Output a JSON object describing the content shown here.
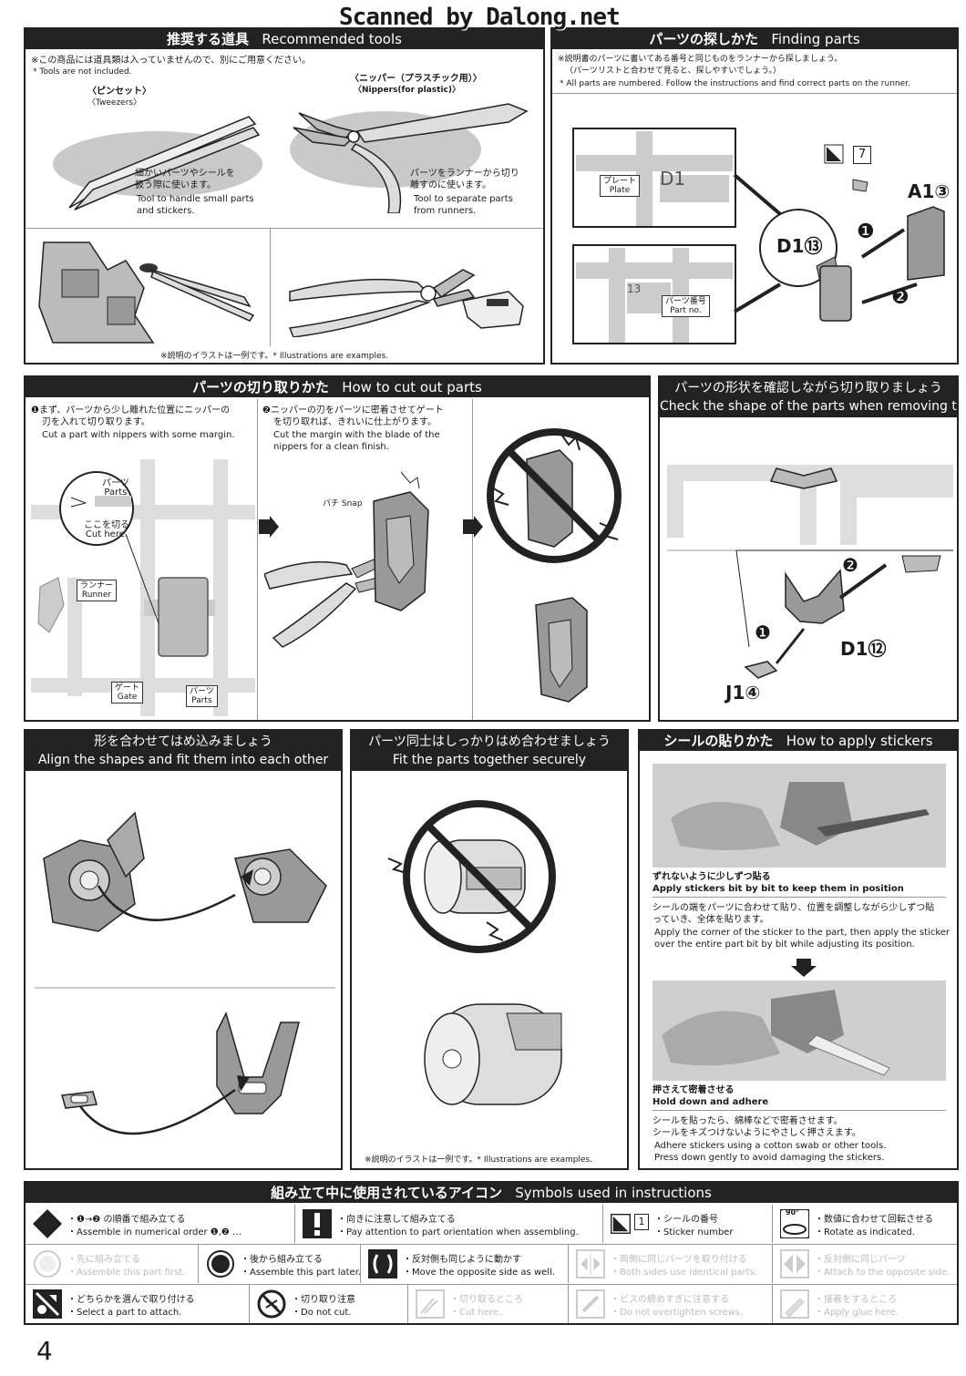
{
  "header": {
    "watermark": "Scanned by Dalong.net"
  },
  "tools_panel": {
    "title_jp": "推奨する道具",
    "title_en": "Recommended tools",
    "note_jp": "※この商品には道具類は入っていませんので、別にご用意ください。",
    "note_en": "* Tools are not included.",
    "tweezers": {
      "name_jp": "〈ピンセット〉",
      "name_en": "〈Tweezers〉",
      "desc_jp1": "細かいパーツやシールを",
      "desc_jp2": "扱う際に使います。",
      "desc_en1": "Tool to handle small parts",
      "desc_en2": "and stickers."
    },
    "nippers": {
      "name_jp": "〈ニッパー（プラスチック用）〉",
      "name_en": "〈Nippers(for plastic)〉",
      "desc_jp1": "パーツをランナーから切り",
      "desc_jp2": "離すのに使います。",
      "desc_en1": "Tool to separate parts",
      "desc_en2": "from runners."
    },
    "footnote": "※説明のイラストは一例です。* Illustrations are examples."
  },
  "finding_panel": {
    "title_jp": "パーツの探しかた",
    "title_en": "Finding parts",
    "note_jp1": "※説明書のパーツに書いてある番号と同じものをランナーから探しましょう。",
    "note_jp2": "（パーツリストと合わせて見ると、探しやすいでしょう。）",
    "note_en": "* All parts are numbered. Follow the instructions and find correct parts on the runner.",
    "plate_jp": "プレート",
    "plate_en": "Plate",
    "plate_num": "D1",
    "partno_jp": "パーツ番号",
    "partno_en": "Part no.",
    "partno_num": "13",
    "callout": "D1⑬",
    "sticker_num": "7",
    "part_label": "A1③",
    "step1": "❶",
    "step2": "❷"
  },
  "cut_panel": {
    "title_jp": "パーツの切り取りかた",
    "title_en": "How to cut out parts",
    "step1_jp1": "❶まず、パーツから少し離れた位置にニッパーの",
    "step1_jp2": "刃を入れて切り取ります。",
    "step1_en": "Cut a part with nippers with some margin.",
    "step2_jp1": "❷ニッパーの刃をパーツに密着させてゲート",
    "step2_jp2": "を切り取れば、きれいに仕上がります。",
    "step2_en1": "Cut the margin with the blade of the",
    "step2_en2": "nippers for a clean finish.",
    "parts_jp": "パーツ",
    "parts_en": "Parts",
    "cut_here_jp": "ここを切る",
    "cut_here_en": "Cut here.",
    "runner_jp": "ランナー",
    "runner_en": "Runner",
    "gate_jp": "ゲート",
    "gate_en": "Gate",
    "parts2_jp": "パーツ",
    "parts2_en": "Parts",
    "snap_jp": "パチ",
    "snap_en": "Snap"
  },
  "shape_panel": {
    "title_jp": "パーツの形状を確認しながら切り取りましょう",
    "title_en": "Check the shape of the parts when removing them",
    "label_d": "D1⑫",
    "label_j": "J1④",
    "step1": "❶",
    "step2": "❷"
  },
  "align_panel": {
    "title_jp": "形を合わせてはめ込みましょう",
    "title_en": "Align the shapes and fit them into each other"
  },
  "fit_panel": {
    "title_jp": "パーツ同士はしっかりはめ合わせましょう",
    "title_en": "Fit the parts together securely",
    "footnote": "※説明のイラストは一例です。* Illustrations are examples."
  },
  "sticker_panel": {
    "title_jp": "シールの貼りかた",
    "title_en": "How to apply stickers",
    "h1_jp": "ずれないように少しずつ貼る",
    "h1_en": "Apply stickers bit by bit to keep them in position",
    "p1_jp1": "シールの端をパーツに合わせて貼り、位置を調整しながら少しずつ貼",
    "p1_jp2": "っていき、全体を貼ります。",
    "p1_en1": "Apply the corner of the sticker to the part, then apply the sticker",
    "p1_en2": "over the entire part bit by bit while adjusting its position.",
    "h2_jp": "押さえて密着させる",
    "h2_en": "Hold down and adhere",
    "p2_jp1": "シールを貼ったら、綿棒などで密着させます。",
    "p2_jp2": "シールをキズつけないようにやさしく押さえます。",
    "p2_en1": "Adhere stickers using a cotton swab or other tools.",
    "p2_en2": "Press down gently to avoid damaging the stickers."
  },
  "symbols_panel": {
    "title_jp": "組み立て中に使用されているアイコン",
    "title_en": "Symbols used in instructions",
    "row1": [
      {
        "jp": "・❶→❷ の順番で組み立てる",
        "en": "・Assemble in numerical order ❶,❷ …"
      },
      {
        "jp": "・向きに注意して組み立てる",
        "en": "・Pay attention to part orientation when assembling."
      },
      {
        "jp": "・シールの番号",
        "en": "・Sticker number",
        "num": "1"
      },
      {
        "jp": "・数値に合わせて回転させる",
        "en": "・Rotate as indicated.",
        "deg": "90°"
      }
    ],
    "row2": [
      {
        "jp": "・先に組み立てる",
        "en": "・Assemble this part first."
      },
      {
        "jp": "・後から組み立てる",
        "en": "・Assemble this part later."
      },
      {
        "jp": "・反対側も同じように動かす",
        "en": "・Move the opposite side as well."
      },
      {
        "jp": "・両側に同じパーツを取り付ける",
        "en": "・Both sides use identical parts."
      },
      {
        "jp": "・反対側に同じパーツ",
        "en": "・Attach to the opposite side."
      }
    ],
    "row3": [
      {
        "jp": "・どちらかを選んで取り付ける",
        "en": "・Select a part to attach."
      },
      {
        "jp": "・切り取り注意",
        "en": "・Do not cut."
      },
      {
        "jp": "・切り取るところ",
        "en": "・Cut here."
      },
      {
        "jp": "・ビスの締めすぎに注意する",
        "en": "・Do not overtighten screws."
      },
      {
        "jp": "・接着をするところ",
        "en": "・Apply glue here."
      }
    ]
  },
  "page_number": "4"
}
